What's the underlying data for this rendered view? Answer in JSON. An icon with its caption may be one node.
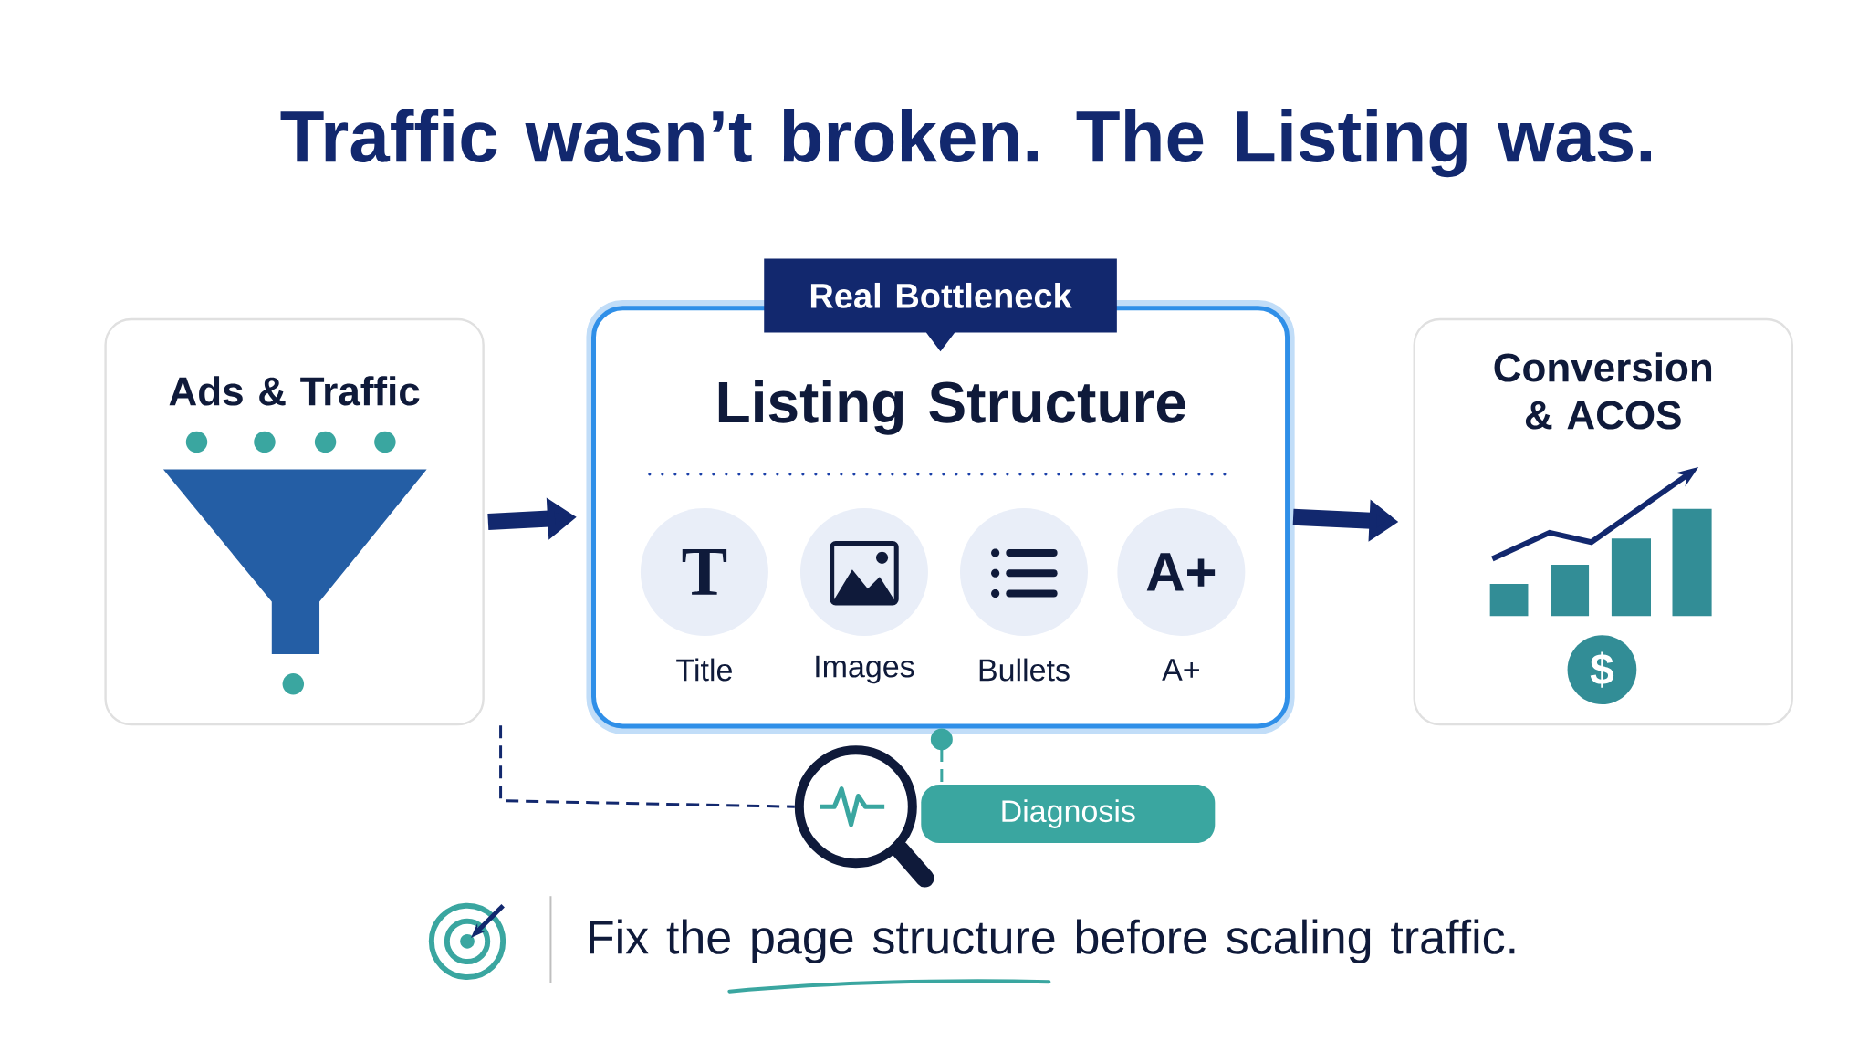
{
  "diagram": {
    "title": "Traffic wasn’t broken. The Listing was.",
    "nodes": [
      {
        "text": [
          "Ads & Traffic"
        ]
      },
      {
        "text": [
          "Listing Structure"
        ]
      },
      {
        "text": [
          "Real Bottleneck"
        ]
      },
      {
        "text": [
          "T",
          "Title"
        ],
        "in": 1
      },
      {
        "text": [
          "Images"
        ],
        "in": 1
      },
      {
        "text": [
          "Bullets"
        ],
        "in": 1
      },
      {
        "text": [
          "A+",
          "A+"
        ],
        "in": 1
      },
      {
        "text": [
          "Conversion & ACOS"
        ]
      },
      {
        "text": [],
        "shape": "picture"
      },
      {
        "text": [
          "Diagnosis"
        ]
      }
    ],
    "edges": [
      {
        "from": 0,
        "to": 1,
        "arrow": "to",
        "style": "thick"
      },
      {
        "from": 1,
        "to": 7,
        "arrow": "to",
        "style": "thick"
      },
      {
        "from": 0,
        "to": 8,
        "arrow": "none",
        "style": "dashed"
      },
      {
        "from": 1,
        "to": 9,
        "arrow": "other",
        "style": "dashed",
        "color": "#3aa6a0"
      }
    ],
    "labels": [
      "$",
      "Fix the page structure before scaling traffic."
    ]
  }
}
